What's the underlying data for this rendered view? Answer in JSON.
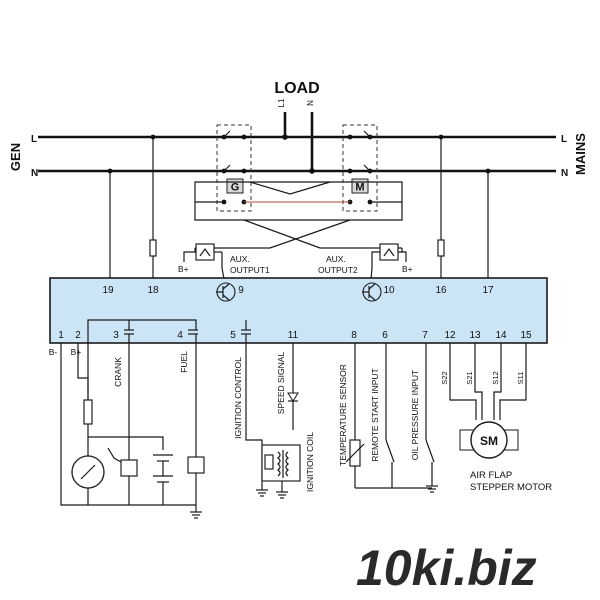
{
  "labels": {
    "load": "LOAD",
    "load_l1": "L1",
    "load_n": "N",
    "gen": "GEN",
    "mains": "MAINS",
    "gen_l": "L",
    "gen_n": "N",
    "mains_l": "L",
    "mains_n": "N",
    "contactor_g": "G",
    "contactor_m": "M",
    "aux_output_1": [
      "AUX.",
      "OUTPUT1"
    ],
    "aux_output_2": [
      "AUX.",
      "OUTPUT2"
    ],
    "b_plus": "B+",
    "b_minus": "B-",
    "crank": "CRANK",
    "fuel": "FUEL",
    "ignition_control": "IGNITION CONTROL",
    "speed_signal": "SPEED SIGNAL",
    "ignition_coil": "IGNITION COIL",
    "temperature_sensor": "TEMPERATURE SENSOR",
    "remote_start_input": "REMOTE START INPUT",
    "oil_pressure_input": "OIL PRESSURE INPUT",
    "stepper_motor_symbol": "SM",
    "air_flap": [
      "AIR FLAP",
      "STEPPER MOTOR"
    ],
    "s22": "S22",
    "s21": "S21",
    "s12": "S12",
    "s11": "S11",
    "watermark": "10ki.biz"
  },
  "terminals_top": [
    "19",
    "18",
    "9",
    "10",
    "16",
    "17"
  ],
  "terminals_bottom": [
    "1",
    "2",
    "3",
    "4",
    "5",
    "11",
    "8",
    "6",
    "7",
    "12",
    "13",
    "14",
    "15"
  ],
  "colors": {
    "controller_fill": "#cce5f6",
    "controller_stroke": "#1a1a1a",
    "interlock_wire": "#b04a3a",
    "watermark_dark": "#2a2a2a",
    "watermark_accent": "#2f6fa0"
  }
}
